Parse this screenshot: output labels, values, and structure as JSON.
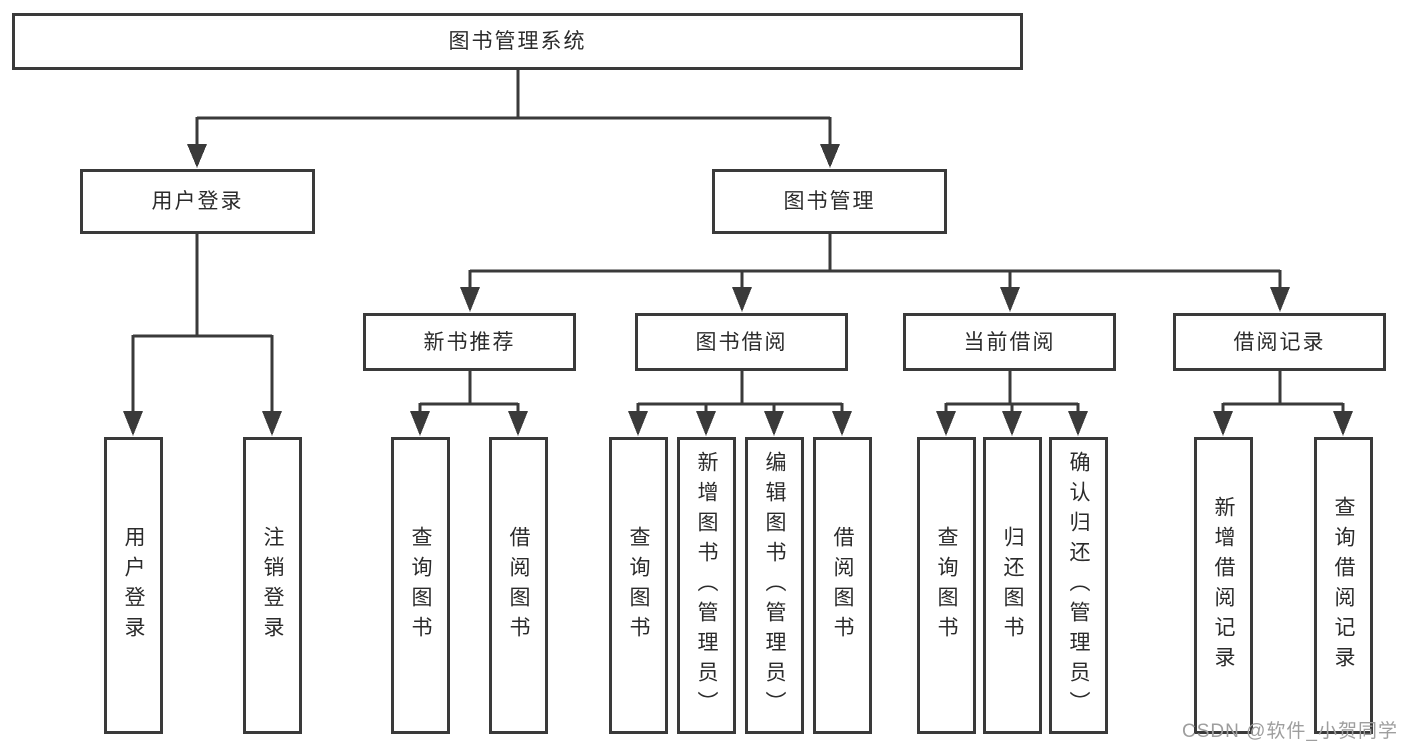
{
  "root": {
    "label": "图书管理系统"
  },
  "branches": {
    "user_login": {
      "label": "用户登录"
    },
    "book_management": {
      "label": "图书管理"
    }
  },
  "modules": {
    "new_book_recommend": {
      "label": "新书推荐"
    },
    "book_borrowing": {
      "label": "图书借阅"
    },
    "current_borrowing": {
      "label": "当前借阅"
    },
    "borrowing_records": {
      "label": "借阅记录"
    }
  },
  "functions": {
    "user_login": {
      "label": "用户登录"
    },
    "logout": {
      "label": "注销登录"
    },
    "nbr_query_books": {
      "label": "查询图书"
    },
    "nbr_borrow_books": {
      "label": "借阅图书"
    },
    "bb_query_books": {
      "label": "查询图书"
    },
    "bb_add_books_admin": {
      "label": "新增图书（管理员）"
    },
    "bb_edit_books_admin": {
      "label": "编辑图书（管理员）"
    },
    "bb_borrow_books": {
      "label": "借阅图书"
    },
    "cb_query_books": {
      "label": "查询图书"
    },
    "cb_return_books": {
      "label": "归还图书"
    },
    "cb_confirm_return_admin": {
      "label": "确认归还（管理员）"
    },
    "br_add_record": {
      "label": "新增借阅记录"
    },
    "br_query_record": {
      "label": "查询借阅记录"
    }
  },
  "watermark": {
    "text": "CSDN @软件_小贺同学"
  },
  "colors": {
    "line": "#3a3a3a",
    "text": "#2b2b2b",
    "box_background": "#ffffff",
    "watermark": "#9e9e9e",
    "canvas": "#ffffff"
  }
}
